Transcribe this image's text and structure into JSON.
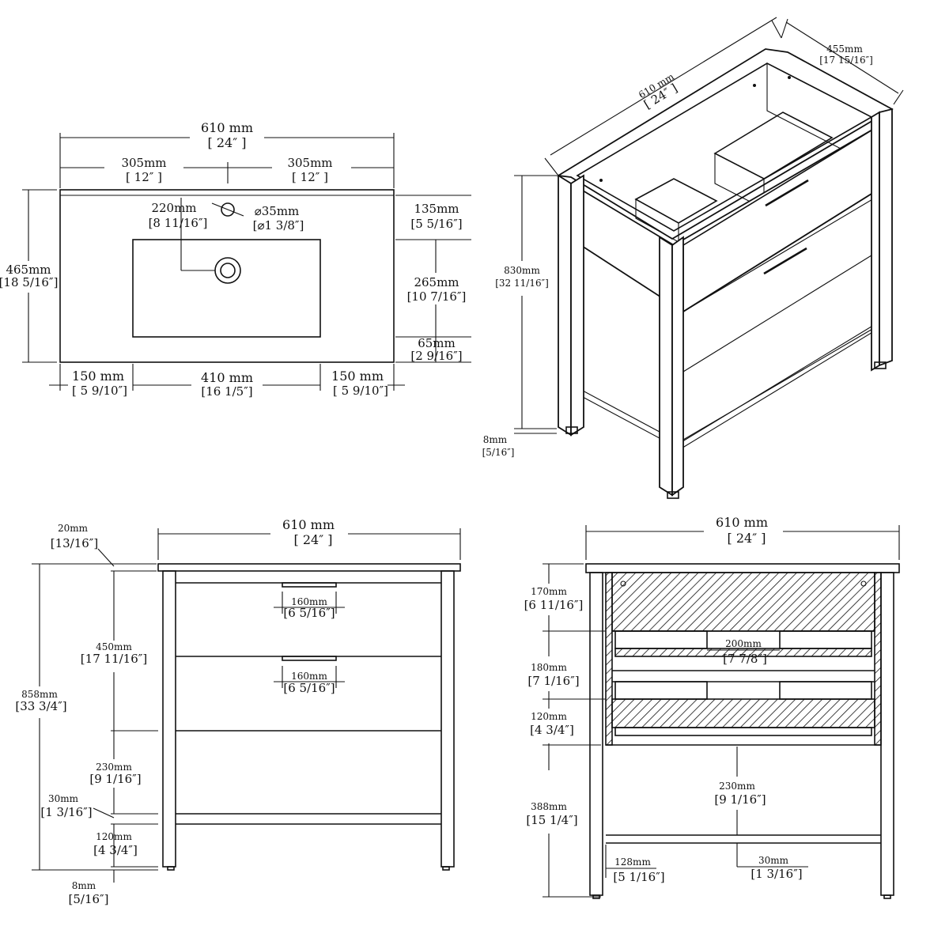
{
  "top_view": {
    "width_mm": "610 mm",
    "width_in": "[ 24″ ]",
    "half_left_mm": "305mm",
    "half_left_in": "[ 12″ ]",
    "half_right_mm": "305mm",
    "half_right_in": "[ 12″ ]",
    "depth_mm": "465mm",
    "depth_in": "[18 5/16″]",
    "faucet_offset_mm": "220mm",
    "faucet_offset_in": "[8 11/16″]",
    "hole_dia_mm": "⌀35mm",
    "hole_dia_in": "[⌀1 3/8″]",
    "back_gap_mm": "135mm",
    "back_gap_in": "[5 5/16″]",
    "basin_depth_mm": "265mm",
    "basin_depth_in": "[10 7/16″]",
    "front_gap_mm": "65mm",
    "front_gap_in": "[2 9/16″]",
    "side_left_mm": "150 mm",
    "side_left_in": "[ 5 9/10″]",
    "basin_width_mm": "410 mm",
    "basin_width_in": "[16 1/5″]",
    "side_right_mm": "150 mm",
    "side_right_in": "[ 5 9/10″]"
  },
  "iso_view": {
    "width_mm": "610 mm",
    "width_in": "[ 24″ ]",
    "depth_mm": "455mm",
    "depth_in": "[17 15/16″]",
    "height_mm": "830mm",
    "height_in": "[32 11/16″]",
    "foot_mm": "8mm",
    "foot_in": "[5/16″]"
  },
  "front_view": {
    "width_mm": "610 mm",
    "width_in": "[ 24″ ]",
    "top_mm": "20mm",
    "top_in": "[13/16″]",
    "total_mm": "858mm",
    "total_in": "[33 3/4″]",
    "drawers_mm": "450mm",
    "drawers_in": "[17 11/16″]",
    "handle1_mm": "160mm",
    "handle1_in": "[6 5/16″]",
    "handle2_mm": "160mm",
    "handle2_in": "[6 5/16″]",
    "open_mm": "230mm",
    "open_in": "[9 1/16″]",
    "shelf_mm": "30mm",
    "shelf_in": "[1 3/16″]",
    "bottom_mm": "120mm",
    "bottom_in": "[4 3/4″]",
    "foot_mm": "8mm",
    "foot_in": "[5/16″]"
  },
  "section_view": {
    "width_mm": "610 mm",
    "width_in": "[ 24″ ]",
    "d1_mm": "170mm",
    "d1_in": "[6 11/16″]",
    "d2_mm": "180mm",
    "d2_in": "[7 1/16″]",
    "d3_mm": "120mm",
    "d3_in": "[4 3/4″]",
    "d4_mm": "388mm",
    "d4_in": "[15 1/4″]",
    "notch_mm": "200mm",
    "notch_in": "[7 7/8″]",
    "open_mm": "230mm",
    "open_in": "[9 1/16″]",
    "shelf_mm": "30mm",
    "shelf_in": "[1 3/16″]",
    "leg_gap_mm": "128mm",
    "leg_gap_in": "[5 1/16″]"
  }
}
